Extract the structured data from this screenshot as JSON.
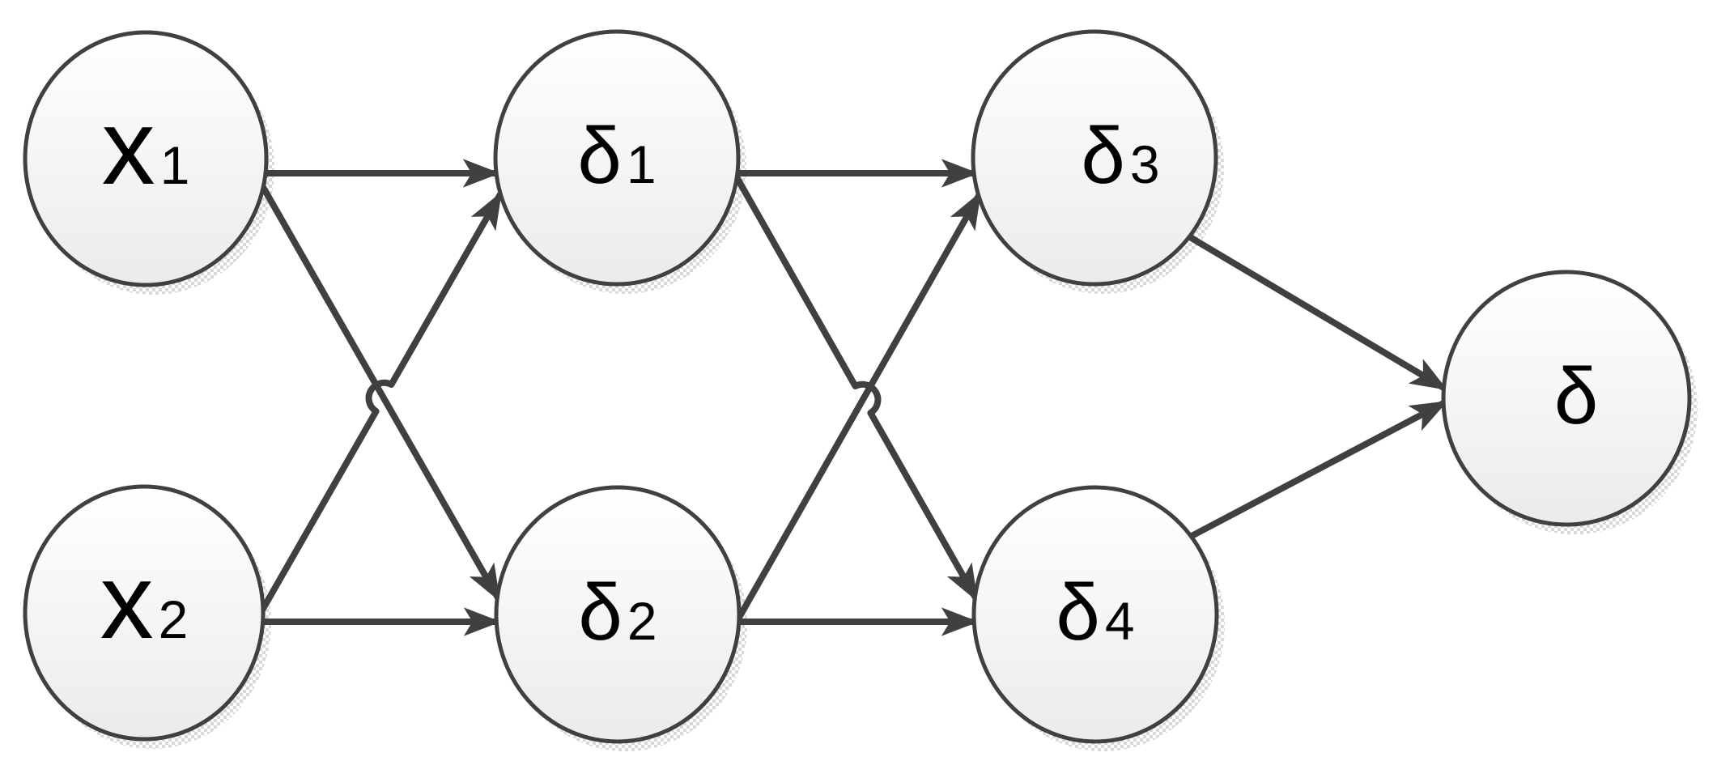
{
  "diagram": {
    "title": "feed-forward neural network diagram",
    "background_color": "#ffffff",
    "edge_color": "#404040",
    "node_border_color": "#404040",
    "node_fill_top": "#ffffff",
    "node_fill_bottom": "#ebebeb",
    "shadow_checker_color": "#d8d8d8",
    "label_color": "#000000",
    "nodes": [
      {
        "id": "x1",
        "label_main": "x",
        "label_sub": "1",
        "layer": "input"
      },
      {
        "id": "x2",
        "label_main": "x",
        "label_sub": "2",
        "layer": "input"
      },
      {
        "id": "delta1",
        "label_main": "δ",
        "label_sub": "1",
        "layer": "hidden-1"
      },
      {
        "id": "delta2",
        "label_main": "δ",
        "label_sub": "2",
        "layer": "hidden-1"
      },
      {
        "id": "delta3",
        "label_main": "δ",
        "label_sub": "3",
        "layer": "hidden-2"
      },
      {
        "id": "delta4",
        "label_main": "δ",
        "label_sub": "4",
        "layer": "hidden-2"
      },
      {
        "id": "delta",
        "label_main": "δ",
        "label_sub": "",
        "layer": "output"
      }
    ],
    "edges": [
      {
        "from": "x1",
        "to": "delta1",
        "arrow": true
      },
      {
        "from": "x1",
        "to": "delta2",
        "arrow": true
      },
      {
        "from": "x2",
        "to": "delta1",
        "arrow": true,
        "line_jump": true
      },
      {
        "from": "x2",
        "to": "delta2",
        "arrow": true
      },
      {
        "from": "delta1",
        "to": "delta3",
        "arrow": true
      },
      {
        "from": "delta1",
        "to": "delta4",
        "arrow": true,
        "line_jump": true
      },
      {
        "from": "delta2",
        "to": "delta3",
        "arrow": true
      },
      {
        "from": "delta2",
        "to": "delta4",
        "arrow": true
      },
      {
        "from": "delta3",
        "to": "delta",
        "arrow": true
      },
      {
        "from": "delta4",
        "to": "delta",
        "arrow": true
      }
    ]
  }
}
